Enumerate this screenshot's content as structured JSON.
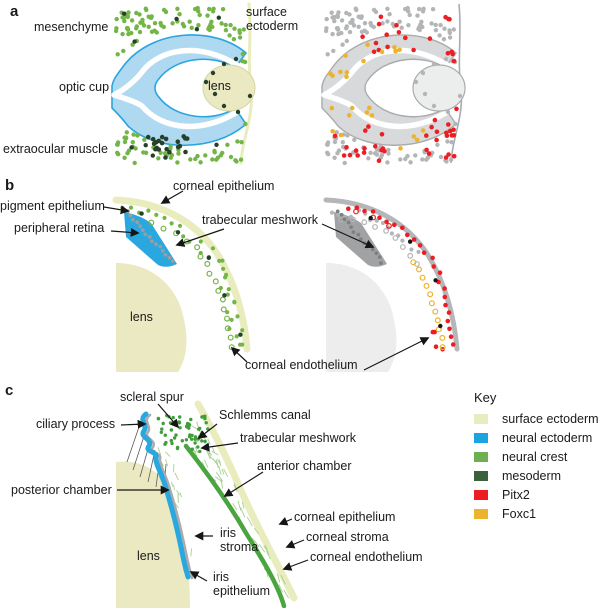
{
  "figure": {
    "panel_a": {
      "tag": "a",
      "labels": {
        "mesenchyme": "mesenchyme",
        "optic_cup": "optic cup",
        "extraocular_muscle": "extraocular muscle",
        "surface_ectoderm": "surface ectoderm",
        "lens": "lens"
      }
    },
    "panel_b": {
      "tag": "b",
      "labels": {
        "pigment_epithelium": "pigment epithelium",
        "peripheral_retina": "peripheral retina",
        "corneal_epithelium": "corneal epithelium",
        "trabecular_meshwork": "trabecular meshwork",
        "lens": "lens",
        "corneal_endothelium": "corneal endothelium"
      }
    },
    "panel_c": {
      "tag": "c",
      "labels": {
        "scleral_spur": "scleral spur",
        "ciliary_process": "ciliary process",
        "schlemms_canal": "Schlemms canal",
        "trabecular_meshwork": "trabecular meshwork",
        "anterior_chamber": "anterior chamber",
        "posterior_chamber": "posterior chamber",
        "lens": "lens",
        "iris_stroma": "iris stroma",
        "iris_epithelium": "iris epithelium",
        "corneal_epithelium": "corneal epithelium",
        "corneal_stroma": "corneal stroma",
        "corneal_endothelium": "corneal endothelium"
      }
    },
    "key": {
      "title": "Key",
      "entries": [
        {
          "label": "surface ectoderm",
          "color": "#e8ecc0"
        },
        {
          "label": "neural ectoderm",
          "color": "#1ba4e0"
        },
        {
          "label": "neural crest",
          "color": "#6cb04f"
        },
        {
          "label": "mesoderm",
          "color": "#3a603c"
        },
        {
          "label": "Pitx2",
          "color": "#ee1c23"
        },
        {
          "label": "Foxc1",
          "color": "#ecb32c"
        }
      ]
    }
  },
  "colors": {
    "blue": "#29a8e0",
    "cup_fill": "#aed9f1",
    "cup_stroke": "#2aa5dd",
    "lens_fill": "#ebe9c2",
    "band": "#e9edbe",
    "green_band": "#4aa53f",
    "green_dot": "#74b549",
    "green_cluster": "#3f9e3a",
    "mesoderm_dot": "#26402a",
    "red": "#ee1c23",
    "orange": "#ecb32c",
    "gray_fill": "#d8d9da",
    "gray_stroke": "#a9abad",
    "gray_dot": "#b3b5b7",
    "pigment_dot": "#9b9da0",
    "wedge_dot_dark": "#7e8082",
    "hatch": "#a9cf90",
    "black_dot": "#161616"
  }
}
